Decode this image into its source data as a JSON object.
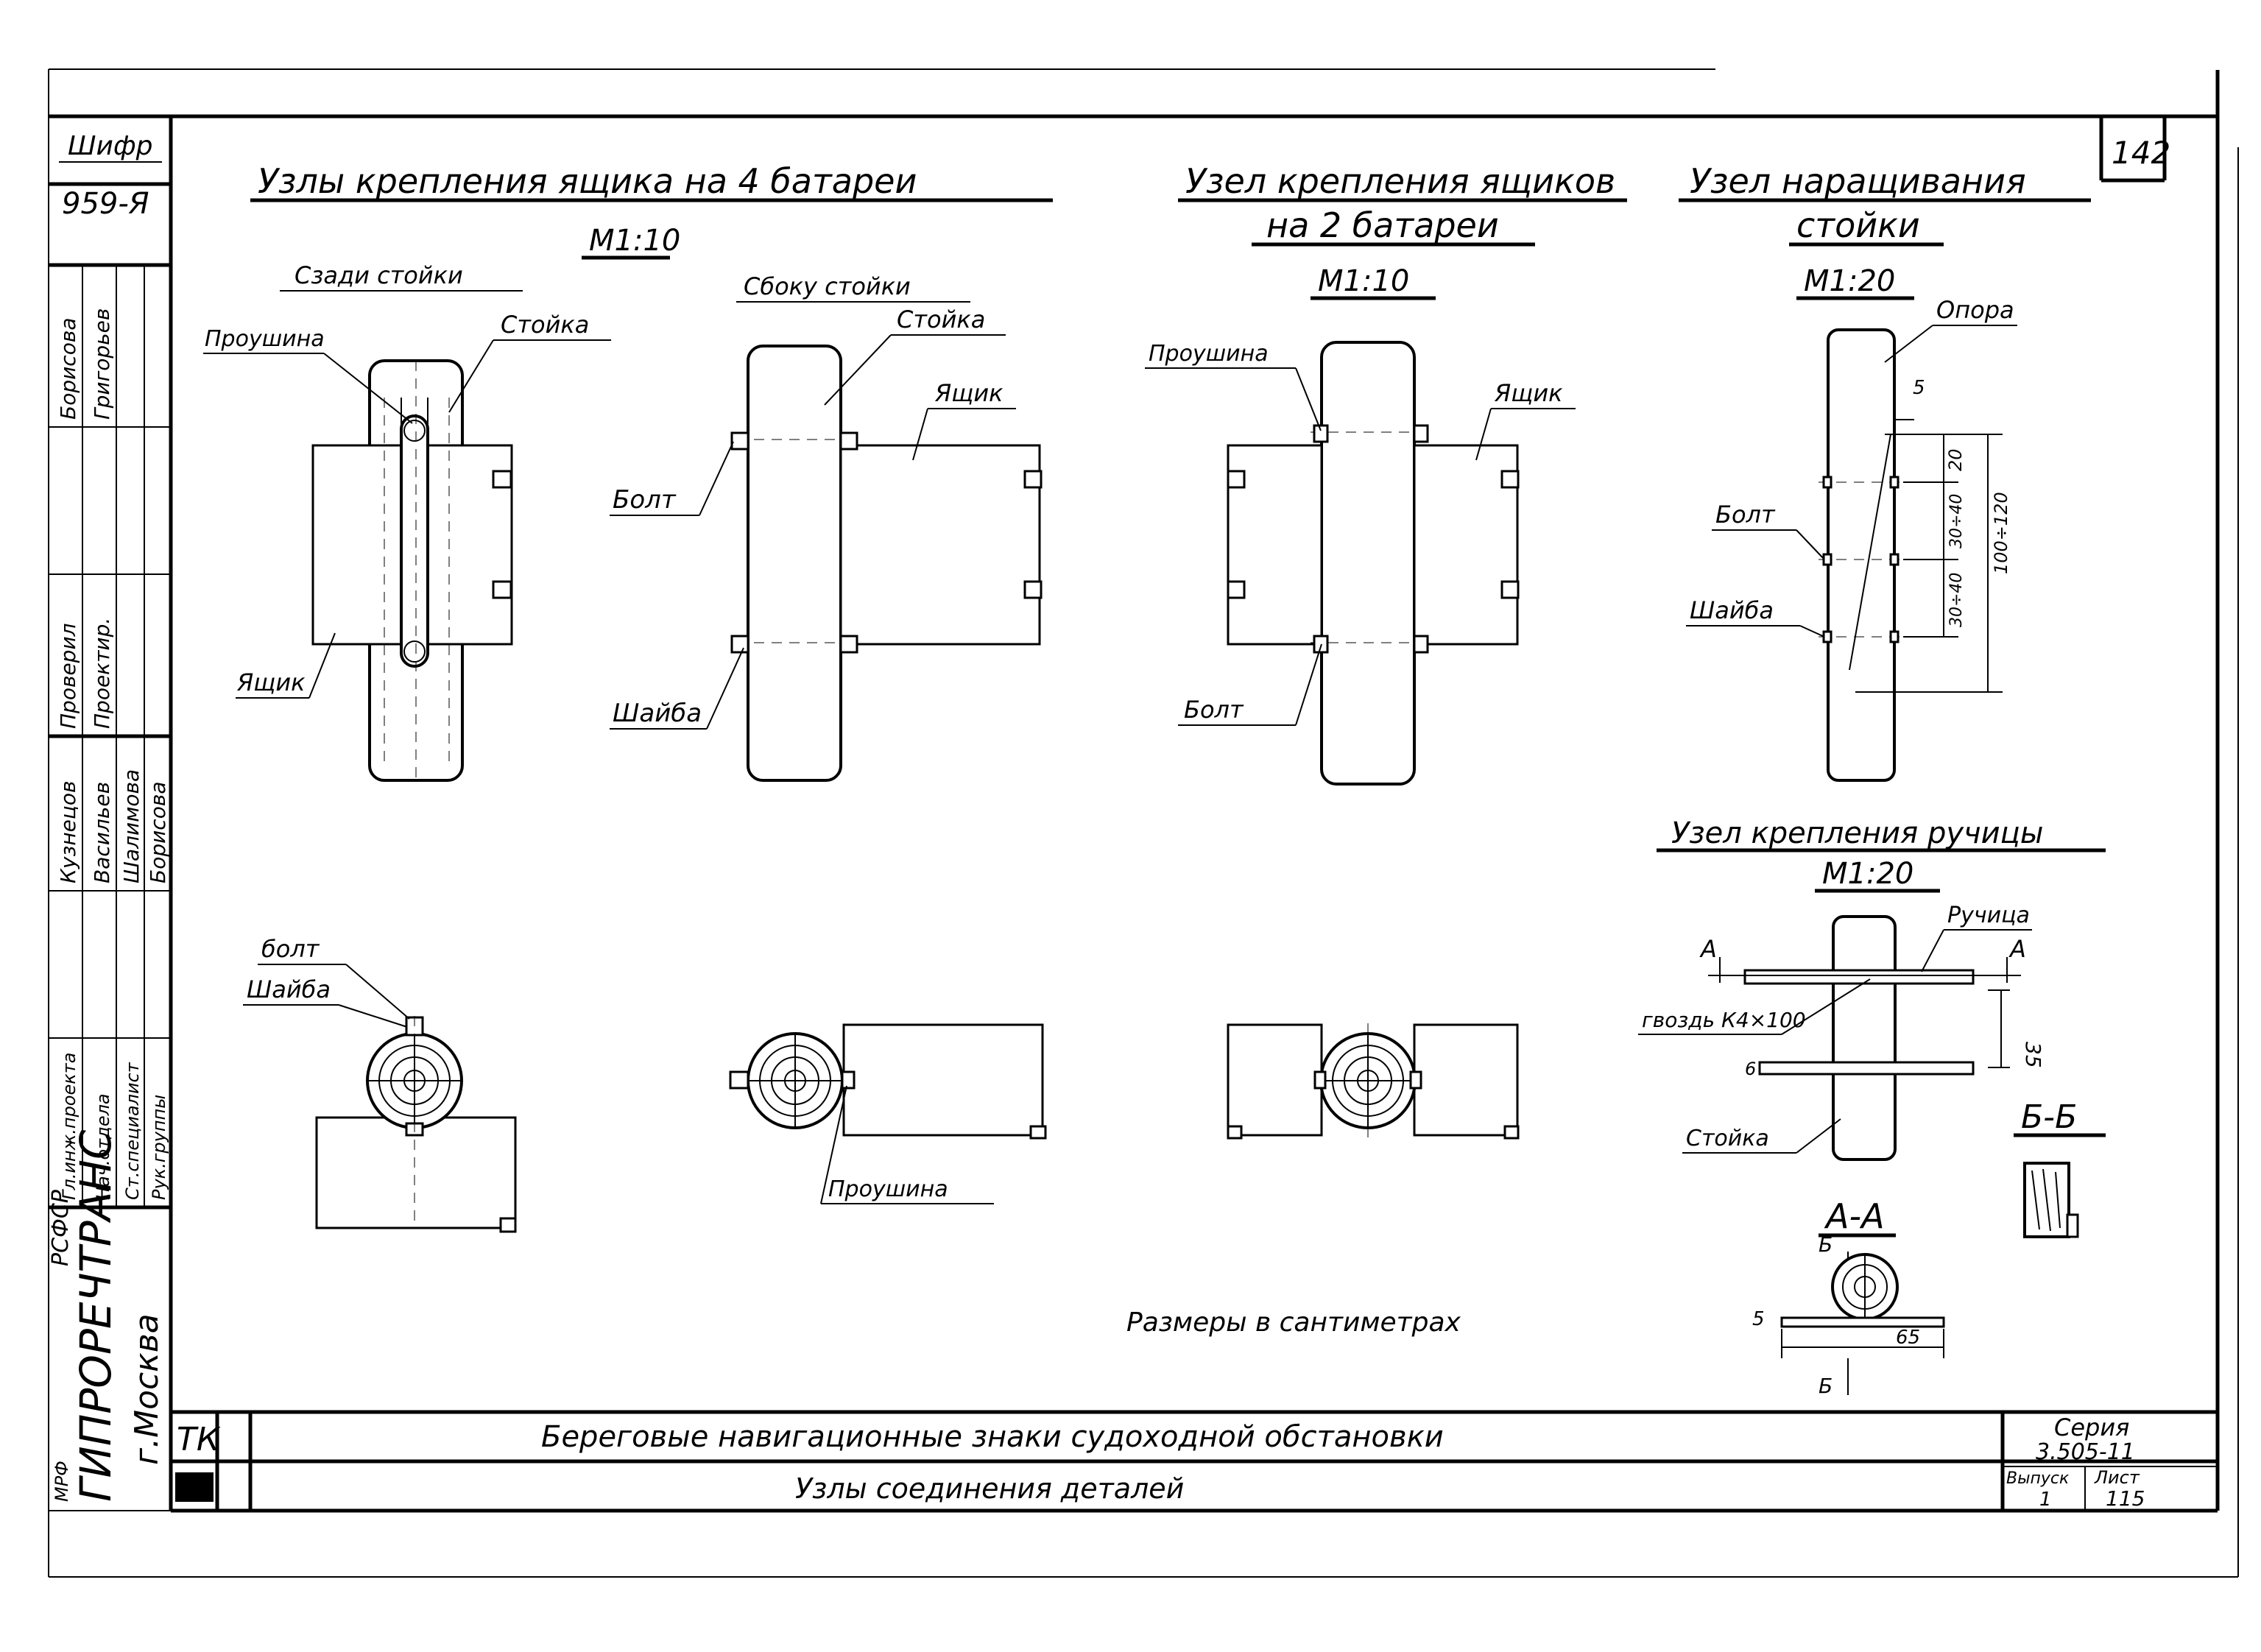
{
  "sheet_corner": {
    "sheet_no": "142"
  },
  "code_block": {
    "label": "Шифр",
    "value": "959-Я"
  },
  "signatures": [
    {
      "role": "Проверил",
      "name": "Борисова"
    },
    {
      "role": "Проектир.",
      "name": "Григорьев"
    },
    {
      "role": "Гл.инж.проекта",
      "name": "Кузнецов"
    },
    {
      "role": "Нач.отдела",
      "name": "Васильев"
    },
    {
      "role": "Ст.специалист",
      "name": "Шалимова"
    },
    {
      "role": "Рук.группы",
      "name": "Борисова"
    }
  ],
  "org": {
    "republic": "РСФСР",
    "name": "ГИПРОРЕЧТРАНС",
    "city": "г.Москва",
    "ministry": "МРФ"
  },
  "views": {
    "box4": {
      "title": "Узлы крепления ящика на 4 батареи",
      "scale": "М1:10",
      "rear_title": "Сзади стойки",
      "side_title": "Сбоку стойки",
      "rear_labels": {
        "eye": "Проушина",
        "post": "Стойка",
        "box": "Ящик"
      },
      "side_labels": {
        "post": "Стойка",
        "box": "Ящик",
        "bolt": "Болт",
        "washer": "Шайба"
      },
      "plan_labels": {
        "bolt": "болт",
        "washer": "Шайба",
        "eye": "Проушина"
      }
    },
    "box2": {
      "title_line1": "Узел крепления ящиков",
      "title_line2": "на 2 батареи",
      "scale": "М1:10",
      "labels": {
        "eye": "Проушина",
        "box": "Ящик",
        "bolt": "Болт"
      }
    },
    "extension": {
      "title_line1": "Узел наращивания",
      "title_line2": "стойки",
      "scale": "М1:20",
      "labels": {
        "support": "Опора",
        "bolt": "Болт",
        "washer": "Шайба"
      },
      "dims": {
        "d5": "5",
        "d20": "20",
        "d30": "30÷40",
        "d100": "100÷120",
        "d30b": "30÷40"
      }
    },
    "handle": {
      "title": "Узел крепления ручицы",
      "scale": "М1:20",
      "labels": {
        "handle": "Ручица",
        "nail": "гвоздь К4×100",
        "post": "Стойка",
        "cutA": "А",
        "cutA2": "А"
      },
      "dims": {
        "d35": "35",
        "d6": "6"
      }
    },
    "section_aa": {
      "title": "А-А",
      "cut_b": "Б",
      "cut_b2": "Б",
      "dim_width": "65",
      "dim_5": "5"
    },
    "section_bb": {
      "title": "Б-Б"
    }
  },
  "note": "Размеры в сантиметрах",
  "title_block": {
    "org_mark": "ТК",
    "title": "Береговые навигационные знаки судоходной обстановки",
    "subtitle": "Узлы соединения деталей",
    "series_label": "Серия",
    "series_value": "3.505-11",
    "issue_label": "Выпуск",
    "issue_value": "1",
    "sheet_label": "Лист",
    "sheet_value": "115"
  }
}
